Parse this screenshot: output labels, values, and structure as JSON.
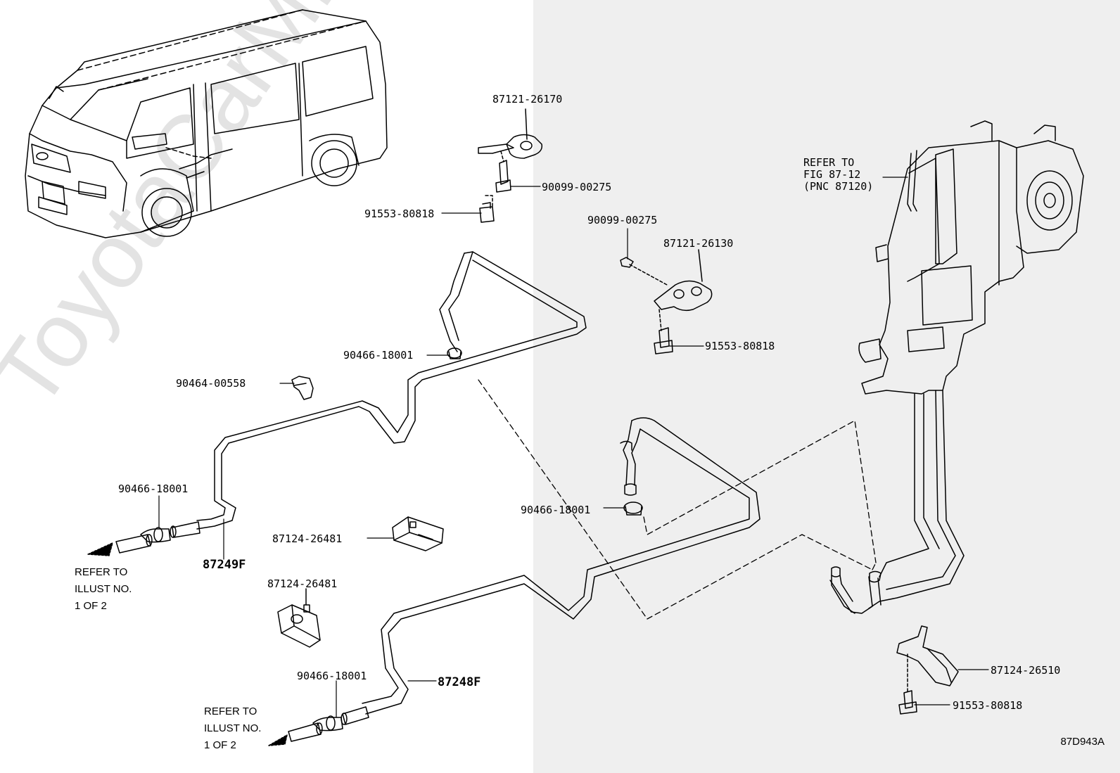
{
  "colors": {
    "ink": "#000000",
    "panel": "#efefef",
    "watermark": "#e3e3e3"
  },
  "watermark": "ToyotaCarMine.ru",
  "figure_code": "87D943A",
  "part_labels": {
    "p87121_26170": "87121-26170",
    "p90099_00275_a": "90099-00275",
    "p91553_80818_a": "91553-80818",
    "p90099_00275_b": "90099-00275",
    "p87121_26130": "87121-26130",
    "p91553_80818_b": "91553-80818",
    "p90466_18001_a": "90466-18001",
    "p90464_00558": "90464-00558",
    "p90466_18001_b": "90466-18001",
    "p87249F": "87249F",
    "p87124_26481_a": "87124-26481",
    "p87124_26481_b": "87124-26481",
    "p90466_18001_c": "90466-18001",
    "p90466_18001_d": "90466-18001",
    "p87248F": "87248F",
    "p87124_26510": "87124-26510",
    "p91553_80818_c": "91553-80818"
  },
  "refer_fig": {
    "line1": "REFER TO",
    "line2": "FIG 87-12",
    "line3": "(PNC 87120)"
  },
  "refer_illust_a": {
    "line1": "REFER TO",
    "line2": "ILLUST NO.",
    "line3": "1 OF 2"
  },
  "refer_illust_b": {
    "line1": "REFER TO",
    "line2": "ILLUST NO.",
    "line3": "1 OF 2"
  }
}
